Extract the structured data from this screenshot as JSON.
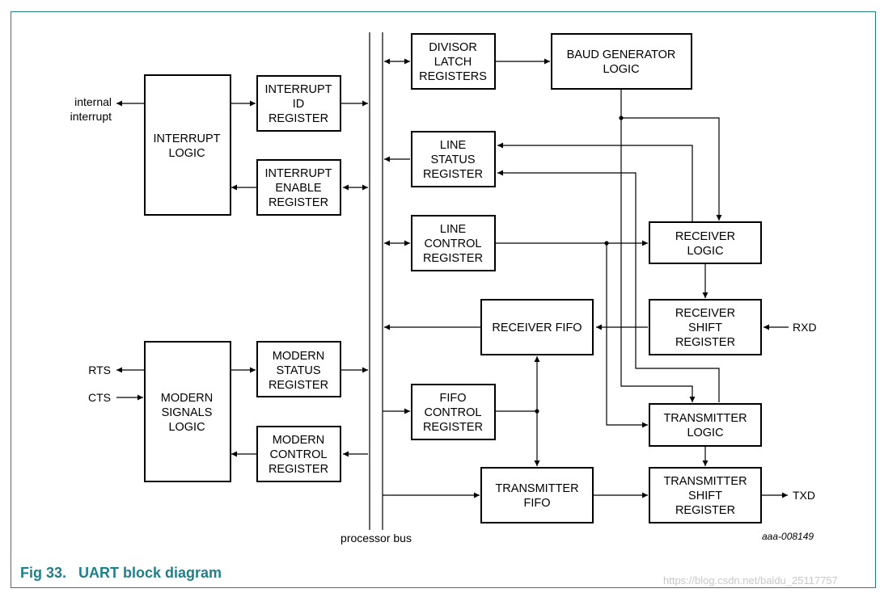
{
  "figure": {
    "number": "Fig 33.",
    "title": "UART block diagram",
    "id": "aaa-008149",
    "watermark": "https://blog.csdn.net/baidu_25117757"
  },
  "colors": {
    "accent": "#1f7f8a",
    "lines": "#000000"
  },
  "blocks": {
    "interrupt_logic": [
      "INTERRUPT",
      "LOGIC"
    ],
    "interrupt_id_register": [
      "INTERRUPT",
      "ID",
      "REGISTER"
    ],
    "interrupt_enable_register": [
      "INTERRUPT",
      "ENABLE",
      "REGISTER"
    ],
    "divisor_latch_registers": [
      "DIVISOR",
      "LATCH",
      "REGISTERS"
    ],
    "baud_generator_logic": [
      "BAUD GENERATOR",
      "LOGIC"
    ],
    "line_status_register": [
      "LINE",
      "STATUS",
      "REGISTER"
    ],
    "line_control_register": [
      "LINE",
      "CONTROL",
      "REGISTER"
    ],
    "receiver_logic": [
      "RECEIVER",
      "LOGIC"
    ],
    "receiver_fifo": [
      "RECEIVER FIFO"
    ],
    "receiver_shift_register": [
      "RECEIVER",
      "SHIFT",
      "REGISTER"
    ],
    "modern_signals_logic": [
      "MODERN",
      "SIGNALS",
      "LOGIC"
    ],
    "modern_status_register": [
      "MODERN",
      "STATUS",
      "REGISTER"
    ],
    "modern_control_register": [
      "MODERN",
      "CONTROL",
      "REGISTER"
    ],
    "fifo_control_register": [
      "FIFO",
      "CONTROL",
      "REGISTER"
    ],
    "transmitter_logic": [
      "TRANSMITTER",
      "LOGIC"
    ],
    "transmitter_fifo": [
      "TRANSMITTER",
      "FIFO"
    ],
    "transmitter_shift_register": [
      "TRANSMITTER",
      "SHIFT",
      "REGISTER"
    ]
  },
  "signals": {
    "internal_interrupt": [
      "internal",
      "interrupt"
    ],
    "rts": "RTS",
    "cts": "CTS",
    "rxd": "RXD",
    "txd": "TXD",
    "processor_bus": "processor bus"
  }
}
